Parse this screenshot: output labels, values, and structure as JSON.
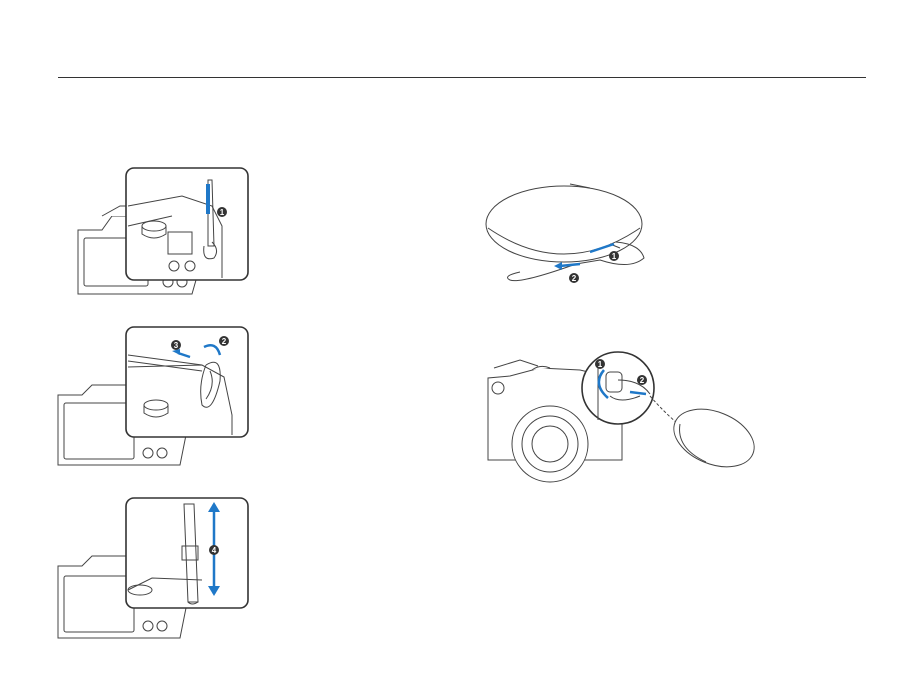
{
  "colors": {
    "line": "#444444",
    "accent_blue": "#1f78c8",
    "badge": "#333333"
  },
  "figures": {
    "strap_step1": {
      "icon": "camera-strap-attach-illustration",
      "steps": [
        "1"
      ]
    },
    "strap_step2": {
      "icon": "camera-strap-loop-illustration",
      "steps": [
        "2",
        "3"
      ]
    },
    "strap_step3": {
      "icon": "camera-strap-adjust-illustration",
      "steps": [
        "4"
      ]
    },
    "lens_cap_strap": {
      "icon": "lens-cap-strap-illustration",
      "steps": [
        "1",
        "2"
      ]
    },
    "lens_cap_camera": {
      "icon": "lens-cap-camera-attach-illustration",
      "steps": [
        "1",
        "2"
      ]
    }
  }
}
